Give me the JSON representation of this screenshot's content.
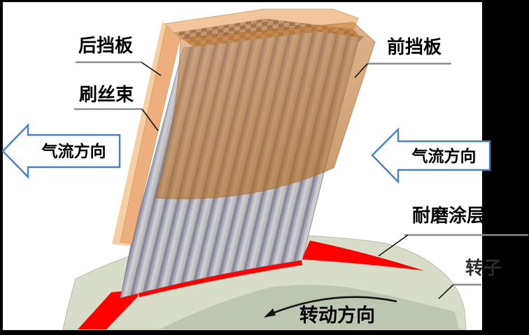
{
  "diagram": {
    "type": "brush-seal-structure-diagram",
    "labels": {
      "rear_plate": "后挡板",
      "bristle_bundle": "刷丝束",
      "front_plate": "前挡板",
      "airflow_left": "气流方向",
      "airflow_right": "气流方向",
      "wear_coating": "耐磨涂层",
      "rotor": "转子",
      "rotation_direction": "转动方向"
    },
    "colors": {
      "background": "#000000",
      "panel": "#ffffff",
      "plate_tan": "#edaf7e",
      "plate_tan_light": "#f6cfa4",
      "top_face_tan": "#f2c69c",
      "bristle_gray_light": "#cdcdd1",
      "bristle_gray_dark": "#84848c",
      "bristle_brown_tint": "#b0875c",
      "rotor_green": "#d7ddc8",
      "rotor_green_dark": "#bdc6b1",
      "coating_red": "#fd0000",
      "arrow_outline_blue": "#4a7fc1",
      "leader_gray": "#8c8c8c",
      "text": "#000000"
    }
  }
}
